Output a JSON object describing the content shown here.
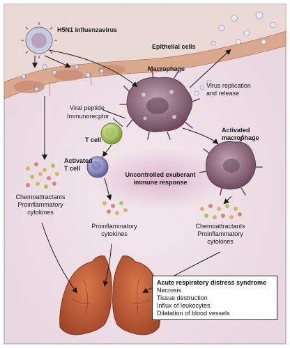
{
  "labels": {
    "virus": "H5N1 influenzavirus",
    "epithelial": "Epithelial cells",
    "macrophage": "Macrophage",
    "virus_replication": "Virus replication and release",
    "viral_peptide": "Viral peptide",
    "immunoreceptor": "Immunorecptor",
    "t_cell": "T cell",
    "activated_t_cell": "Activated T cell",
    "activated_macrophage": "Activated macrophage",
    "uncontrolled": "Uncontrolled exuberant immune response",
    "chemo_left": "Chemoattractants Proinflammatory cytokines",
    "proinflammatory_middle": "Proinflammatory cytokines",
    "chemo_right": "Chemoattractants Proinflammatory cytokines"
  },
  "ards": {
    "title": "Acute respiratory distress syndrome",
    "items": [
      "Necrosis",
      "Tissue destruction",
      "Influx of leukocytes",
      "Dilatation of blood vessels"
    ]
  },
  "colors": {
    "background": "#eedfe6",
    "epithelium": "#d9a88e",
    "virus": "#b9bdd0",
    "macrophage": "#8a6678",
    "t_cell": "#a9c65a",
    "activated_t_cell": "#7d7fb6",
    "lung": "#b95a34",
    "arrow": "#1a1a1a"
  }
}
